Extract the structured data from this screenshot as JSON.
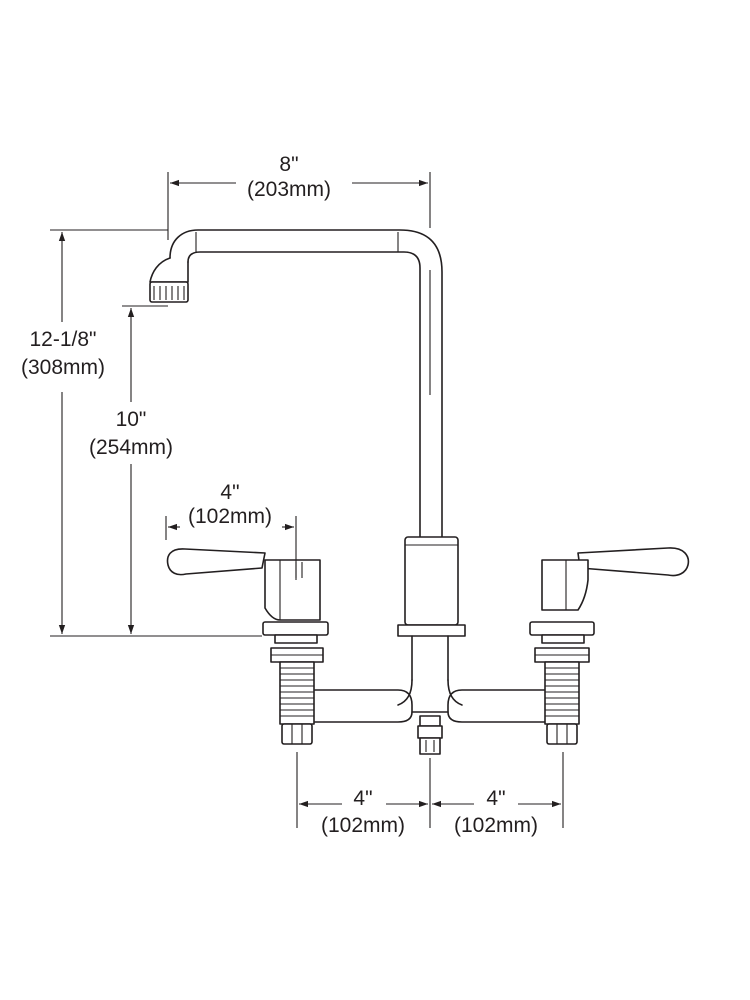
{
  "dimensions": {
    "spout_reach": {
      "imperial": "8\"",
      "metric": "(203mm)"
    },
    "overall_height": {
      "imperial": "12-1/8\"",
      "metric": "(308mm)"
    },
    "spout_height": {
      "imperial": "10\"",
      "metric": "(254mm)"
    },
    "handle_length": {
      "imperial": "4\"",
      "metric": "(102mm)"
    },
    "left_spacing": {
      "imperial": "4\"",
      "metric": "(102mm)"
    },
    "right_spacing": {
      "imperial": "4\"",
      "metric": "(102mm)"
    }
  },
  "colors": {
    "line": "#231f20",
    "background": "#ffffff"
  }
}
